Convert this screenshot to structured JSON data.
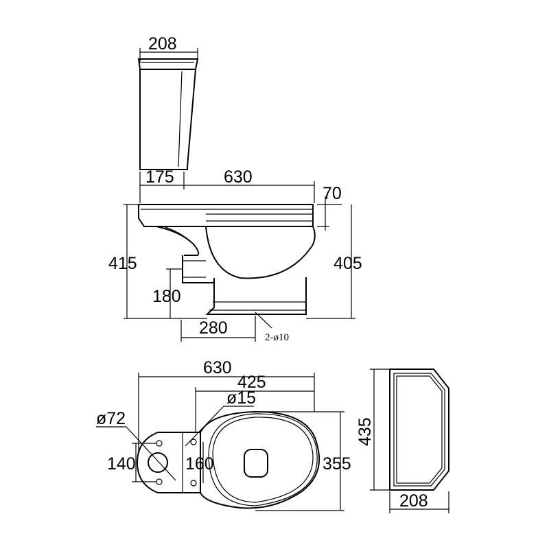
{
  "side_view": {
    "tank_width": "208",
    "tank_offset": "175",
    "overall_length": "630",
    "rim_thickness": "70",
    "overall_height": "415",
    "bowl_height": "405",
    "outlet_height": "180",
    "base_length": "280",
    "fixing_holes": "2-ø10"
  },
  "top_view": {
    "overall_length": "630",
    "bowl_length": "425",
    "small_hole": "ø15",
    "large_hole": "ø72",
    "hole_spacing_left": "140",
    "hole_spacing_right": "160",
    "bowl_width": "355"
  },
  "cistern_top": {
    "depth": "435",
    "width": "208"
  }
}
